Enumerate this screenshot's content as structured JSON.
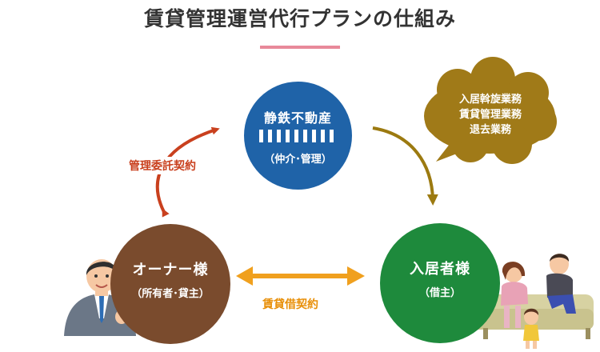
{
  "title": "賃貸管理運営代行プランの仕組み",
  "company": {
    "name": "静鉄不動産",
    "role": "（仲介･管理）"
  },
  "owner": {
    "name": "オーナー様",
    "role": "（所有者･貸主）"
  },
  "tenant": {
    "name": "入居者様",
    "role": "（借主）"
  },
  "contracts": {
    "management": "管理委託契約",
    "lease": "賃貸借契約"
  },
  "services": [
    "入居斡旋業務",
    "賃貸管理業務",
    "退去業務"
  ],
  "colors": {
    "company": "#1f63a8",
    "owner": "#7a4b2d",
    "tenant": "#1e8a3c",
    "management_arrow": "#c9401e",
    "lease_arrow": "#f0a01e",
    "service_arrow": "#9c7a10",
    "bubble": "#a07a18",
    "title_rule": "#e8899a"
  }
}
